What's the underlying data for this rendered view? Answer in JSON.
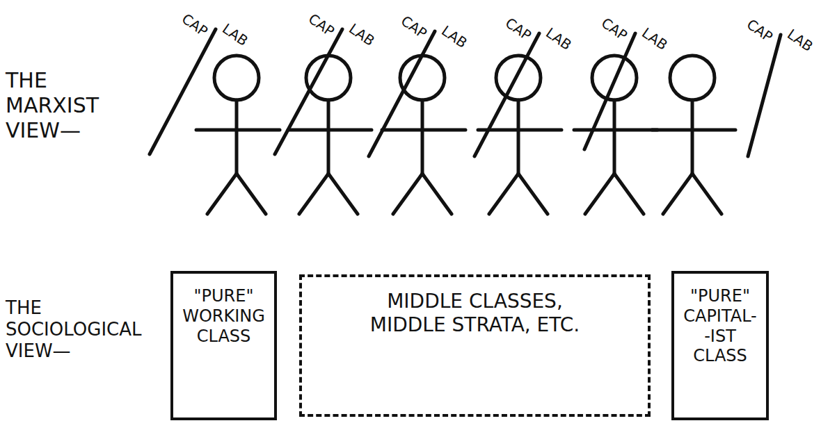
{
  "diagram": {
    "nodes": [
      {
        "text": [
          "\"PURE\" WORKING CLASS"
        ]
      },
      {
        "text": [
          "MIDDLE CLASSES, MIDDLE STRATA, ETC."
        ]
      },
      {
        "text": [
          "\"PURE\" CAPITAL- -IST CLASS"
        ]
      }
    ],
    "labels": [
      "THE MARXIST VIEW—",
      "CAP",
      "LAB",
      "CAP",
      "LAB",
      "CAP",
      "LAB",
      "CAP",
      "LAB",
      "CAP",
      "LAB",
      "CAP",
      "LAB",
      "THE SOCIOLOGICAL VIEW—"
    ]
  }
}
